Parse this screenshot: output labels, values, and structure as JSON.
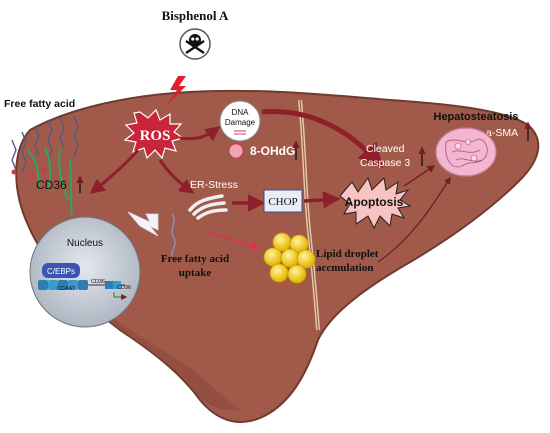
{
  "labels": {
    "bisphenol": "Bisphenol A",
    "free_fatty_acid": "Free fatty acid",
    "cd36": "CD36",
    "ros": "ROS",
    "dna_damage_line1": "DNA",
    "dna_damage_line2": "Damage",
    "ohdg": "8-OHdG",
    "er_stress": "ER-Stress",
    "chop": "CHOP",
    "apoptosis": "Apoptosis",
    "cleaved_caspase_line1": "Cleaved",
    "cleaved_caspase_line2": "Caspase 3",
    "hepatosteatosis": "Hepatosteatosis",
    "asma": "a-SMA",
    "nucleus": "Nucleus",
    "cebps": "C/EBPs",
    "ccaat": "CCAAT",
    "cd36_gene": "CD36",
    "cd36_gene2": "CD36",
    "ffa_uptake_line1": "Free fatty acid",
    "ffa_uptake_line2": "uptake",
    "lipid_line1": "Lipid droplet",
    "lipid_line2": "accmulation"
  },
  "colors": {
    "liver": "#a15a4a",
    "liver_shadow": "#6f3a30",
    "arrow": "#8f1f2a",
    "ros_burst": "#c8253b",
    "lipid": "#f2cf17",
    "apoptosis_burst": "#f7c3c3",
    "steatosis": "#f2b6cf",
    "nucleus": "#c9cfd8"
  },
  "icons": [
    "skull-crossbones-icon",
    "lightning-icon",
    "up-arrow-icon",
    "er-membrane-icon",
    "dna-helix-icon"
  ]
}
